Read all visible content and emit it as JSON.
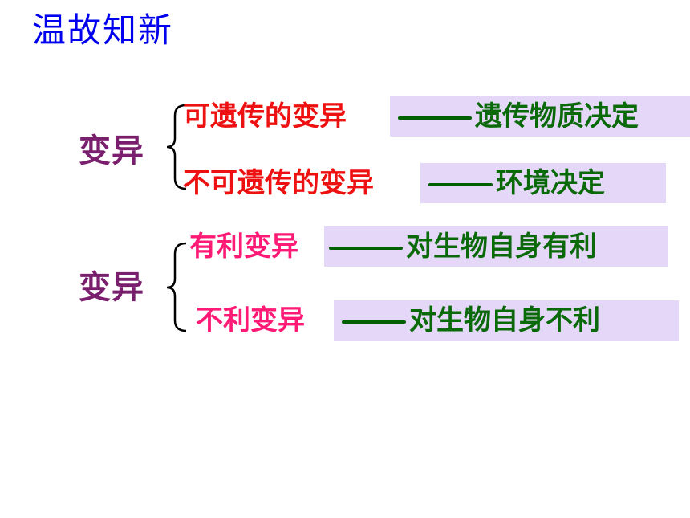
{
  "slide": {
    "title": "温故知新",
    "groups": [
      {
        "category": "变异",
        "items": [
          {
            "term": "可遗传的变异",
            "desc": "遗传物质决定"
          },
          {
            "term": "不可遗传的变异",
            "desc": "环境决定"
          }
        ]
      },
      {
        "category": "变异",
        "items": [
          {
            "term": "有利变异",
            "desc": "对生物自身有利"
          },
          {
            "term": "不利变异",
            "desc": "对生物自身不利"
          }
        ]
      }
    ]
  },
  "colors": {
    "title": "#0000ee",
    "category": "#7a1f6e",
    "term_group1": "#ee1111",
    "term_group2": "#ff1a75",
    "desc": "#0a6a0a",
    "highlight": "#e5d7f8"
  }
}
